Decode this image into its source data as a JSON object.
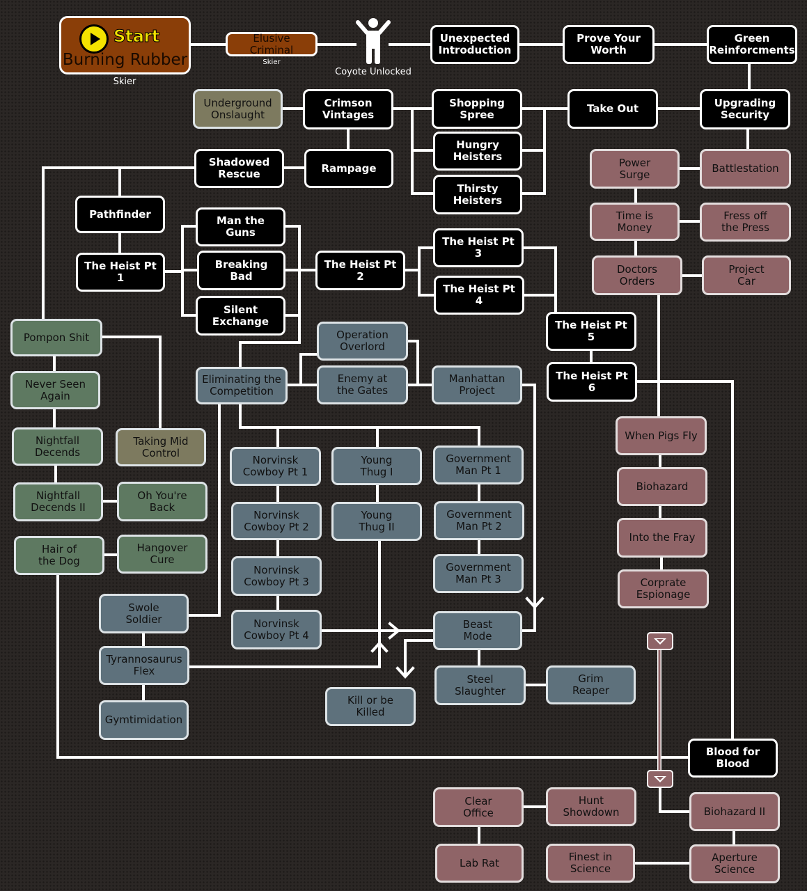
{
  "start": {
    "badge": "Start",
    "title": "Burning Rubber",
    "caption": "Skier"
  },
  "captions": {
    "elusive_sub": "Skier",
    "coyote": "Coyote Unlocked"
  },
  "icons": {
    "start": "play-icon",
    "coyote": "person-icon",
    "collapse": "triangle-down-icon"
  },
  "colors": {
    "story": "#000000",
    "slate": "#5e717c",
    "green": "#5e7961",
    "olive": "#7d7a5f",
    "rose": "#8f6467",
    "orange": "#8a3e08",
    "start_yellow": "#f4e300"
  },
  "missions": {
    "elusive_criminal": "Elusive Criminal",
    "unexpected_introduction": "Unexpected\nIntroduction",
    "prove_your_worth": "Prove Your\nWorth",
    "green_reinforcments": "Green\nReinforcments",
    "underground_onslaught": "Underground\nOnslaught",
    "crimson_vintages": "Crimson\nVintages",
    "shopping_spree": "Shopping\nSpree",
    "take_out": "Take Out",
    "upgrading_security": "Upgrading\nSecurity",
    "hungry_heisters": "Hungry\nHeisters",
    "thirsty_heisters": "Thirsty\nHeisters",
    "shadowed_rescue": "Shadowed\nRescue",
    "rampage": "Rampage",
    "power_surge": "Power\nSurge",
    "battlestation": "Battlestation",
    "pathfinder": "Pathfinder",
    "man_the_guns": "Man the Guns",
    "time_is_money": "Time is\nMoney",
    "fress_off_the_press": "Fress off\nthe Press",
    "heist_pt1": "The Heist Pt 1",
    "breaking_bad": "Breaking Bad",
    "heist_pt2": "The Heist Pt 2",
    "heist_pt3": "The Heist Pt 3",
    "doctors_orders": "Doctors\nOrders",
    "project_car": "Project\nCar",
    "heist_pt4": "The Heist Pt 4",
    "silent_exchange": "Silent\nExchange",
    "pompon_shit": "Pompon Shit",
    "operation_overlord": "Operation\nOverlord",
    "heist_pt5": "The Heist Pt 5",
    "eliminating_the_competition": "Eliminating the\nCompetition",
    "enemy_at_the_gates": "Enemy at\nthe Gates",
    "manhattan_project": "Manhattan\nProject",
    "heist_pt6": "The Heist Pt 6",
    "never_seen_again": "Never Seen\nAgain",
    "when_pigs_fly": "When Pigs Fly",
    "nightfall_decends": "Nightfall\nDecends",
    "taking_mid_control": "Taking Mid\nControl",
    "norvinsk_cowboy_1": "Norvinsk\nCowboy Pt 1",
    "young_thug_1": "Young\nThug I",
    "government_man_1": "Government\nMan Pt 1",
    "biohazard": "Biohazard",
    "nightfall_decends_2": "Nightfall\nDecends II",
    "oh_youre_back": "Oh You're\nBack",
    "norvinsk_cowboy_2": "Norvinsk\nCowboy Pt 2",
    "young_thug_2": "Young\nThug II",
    "government_man_2": "Government\nMan Pt 2",
    "into_the_fray": "Into the Fray",
    "hair_of_the_dog": "Hair of\nthe Dog",
    "hangover_cure": "Hangover\nCure",
    "norvinsk_cowboy_3": "Norvinsk\nCowboy Pt 3",
    "government_man_3": "Government\nMan Pt 3",
    "corprate_espionage": "Corprate\nEspionage",
    "swole_soldier": "Swole\nSoldier",
    "norvinsk_cowboy_4": "Norvinsk\nCowboy Pt 4",
    "beast_mode": "Beast\nMode",
    "tyrannosaurus_flex": "Tyrannosaurus\nFlex",
    "steel_slaughter": "Steel\nSlaughter",
    "grim_reaper": "Grim\nReaper",
    "kill_or_be_killed": "Kill or be\nKilled",
    "gymtimidation": "Gymtimidation",
    "blood_for_blood": "Blood for\nBlood",
    "clear_office": "Clear\nOffice",
    "hunt_showdown": "Hunt\nShowdown",
    "biohazard_2": "Biohazard II",
    "lab_rat": "Lab Rat",
    "finest_in_science": "Finest in\nScience",
    "aperture_science": "Aperture\nScience"
  }
}
